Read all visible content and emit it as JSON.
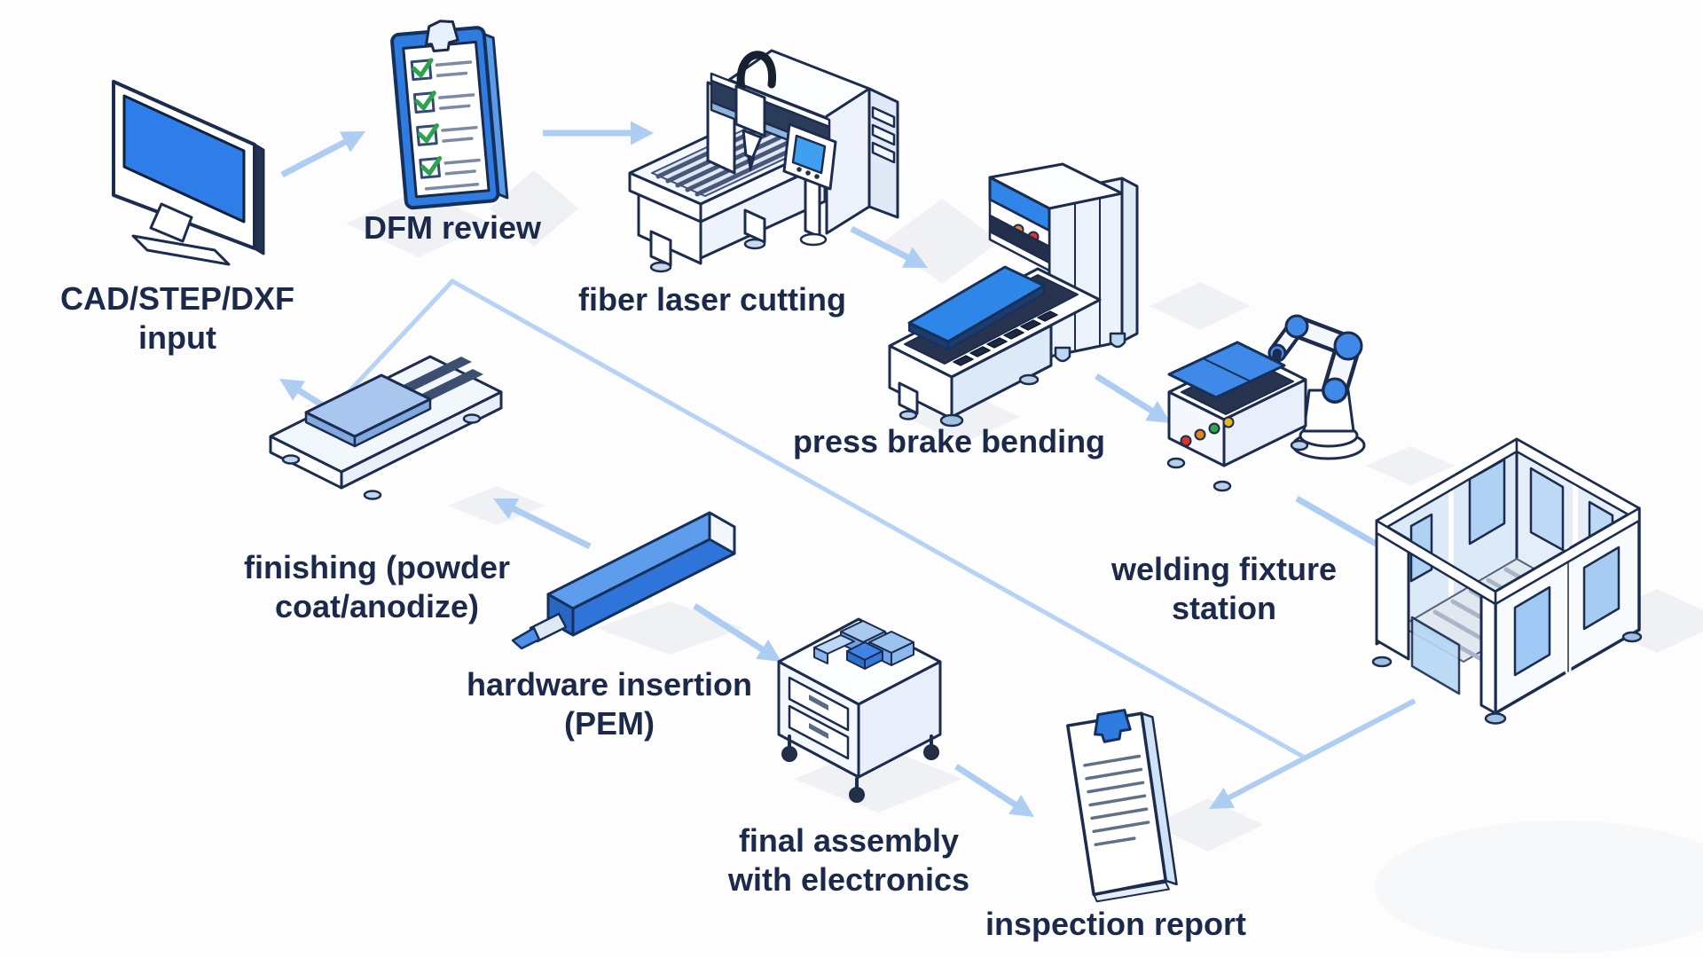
{
  "diagram": {
    "title": "",
    "type": "process-flow",
    "nodes": [
      {
        "id": "cad-input",
        "icon": "desktop-monitor-icon",
        "lines": [
          "CAD/STEP/DXF",
          "input"
        ]
      },
      {
        "id": "dfm-review",
        "icon": "checklist-clipboard-icon",
        "lines": [
          "DFM review"
        ]
      },
      {
        "id": "fiber-laser-cutting",
        "icon": "laser-cutter-machine-icon",
        "lines": [
          "fiber laser cutting"
        ]
      },
      {
        "id": "press-brake-bending",
        "icon": "press-brake-machine-icon",
        "lines": [
          "press brake bending"
        ]
      },
      {
        "id": "welding-fixture-station",
        "icon": "robot-arm-welder-icon",
        "lines": [
          "welding fixture",
          "station"
        ]
      },
      {
        "id": "enclosure",
        "icon": "sheet-metal-enclosure-icon",
        "lines": []
      },
      {
        "id": "finishing",
        "icon": "finishing-table-icon",
        "lines": [
          "finishing (powder",
          "coat/anodize)"
        ]
      },
      {
        "id": "hardware-insertion",
        "icon": "pem-fastener-icon",
        "lines": [
          "hardware insertion",
          "(PEM)"
        ]
      },
      {
        "id": "final-assembly",
        "icon": "assembly-cart-icon",
        "lines": [
          "final assembly",
          "with electronics"
        ]
      },
      {
        "id": "inspection-report",
        "icon": "report-clipboard-icon",
        "lines": [
          "inspection report"
        ]
      }
    ],
    "arrows": [
      {
        "from": "cad-input",
        "to": "dfm-review"
      },
      {
        "from": "dfm-review",
        "to": "fiber-laser-cutting"
      },
      {
        "from": "fiber-laser-cutting",
        "to": "press-brake-bending"
      },
      {
        "from": "press-brake-bending",
        "to": "welding-fixture-station"
      },
      {
        "from": "welding-fixture-station",
        "to": "enclosure",
        "style": "plain-segment"
      },
      {
        "from": "enclosure",
        "to": "inspection-report"
      },
      {
        "from": "enclosure",
        "to": "cad-input",
        "style": "long-elbow-return-line"
      },
      {
        "from": "finishing",
        "to": "cad-input",
        "style": "short-arrow"
      },
      {
        "from": "hardware-insertion",
        "to": "finishing"
      },
      {
        "from": "hardware-insertion",
        "to": "final-assembly"
      },
      {
        "from": "final-assembly",
        "to": "inspection-report"
      }
    ],
    "colors": {
      "background": "#fdfdfe",
      "arrow_blue": "#aecdf3",
      "accent_blue": "#2e7de8",
      "light_blue_fill": "#eef4fb",
      "glass_blue": "#a8cdf3",
      "outline_navy": "#1c2c4e",
      "text_navy": "#1b2a4a",
      "check_green": "#2ca44e",
      "shadow_gray": "#e9ecf1",
      "indicator_red": "#e0342b",
      "indicator_orange": "#e8821e",
      "indicator_green": "#35a34a",
      "indicator_yellow": "#e8b71e"
    }
  }
}
